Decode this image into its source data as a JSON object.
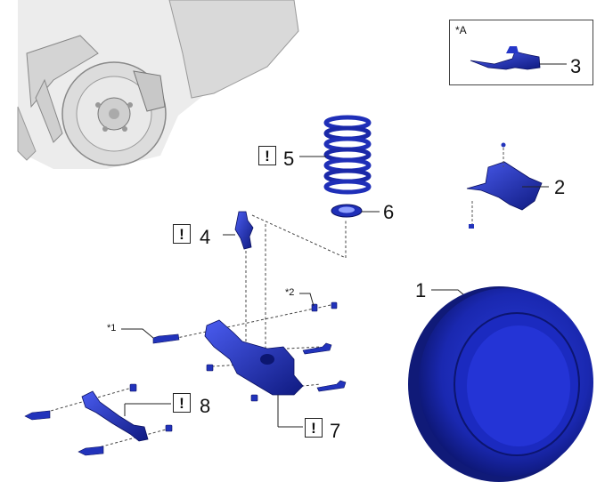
{
  "inset": {
    "label": "*A"
  },
  "callouts": {
    "c1": "1",
    "c2": "2",
    "c3": "3",
    "c4": "4",
    "c5": "5",
    "c6": "6",
    "c7": "7",
    "c8": "8"
  },
  "notes": {
    "n1": "*1",
    "n2": "*2"
  },
  "warning_symbol": "!",
  "colors": {
    "part_blue": "#1f2fb8",
    "part_dark": "#0e176e",
    "line": "#444444"
  }
}
